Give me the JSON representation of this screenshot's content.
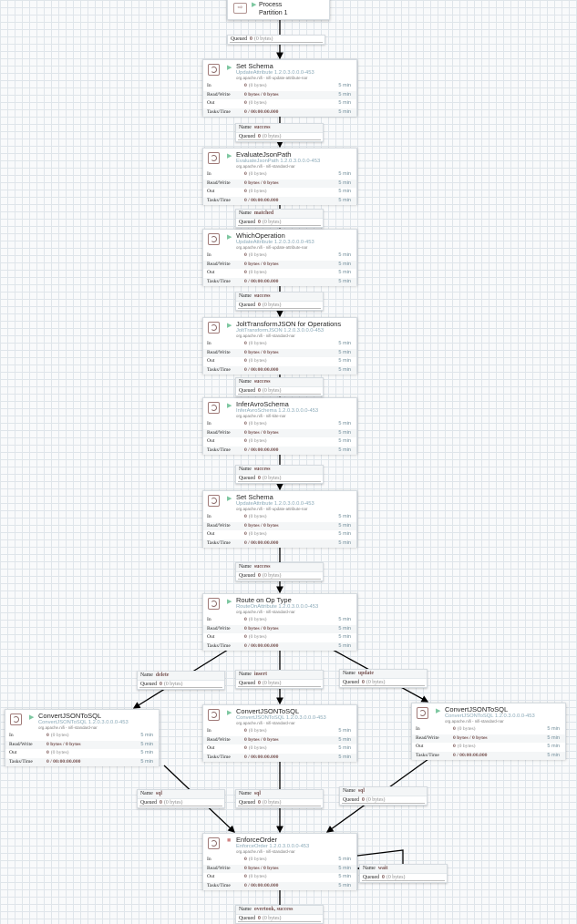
{
  "port": {
    "name_line1": "Process",
    "name_line2": "Partition 1",
    "icon": "input-port-icon",
    "state": "running"
  },
  "stat_labels": {
    "in": "In",
    "read_write": "Read/Write",
    "out": "Out",
    "tasks_time": "Tasks/Time"
  },
  "processors": [
    {
      "name": "Set Schema",
      "type": "UpdateAttribute 1.2.0.3.0.0.0-453",
      "bundle": "org.apache.nifi - nifi-update-attribute-nar",
      "state": "running",
      "stats": {
        "in": "0",
        "in_size": "(0 bytes)",
        "read_write": "0 bytes / 0 bytes",
        "out": "0",
        "out_size": "(0 bytes)",
        "tasks_time": "0 / 00:00:00.000",
        "window": "5 min"
      }
    },
    {
      "name": "EvaluateJsonPath",
      "type": "EvaluateJsonPath 1.2.0.3.0.0.0-453",
      "bundle": "org.apache.nifi - nifi-standard-nar",
      "state": "running",
      "stats": {
        "in": "0",
        "in_size": "(0 bytes)",
        "read_write": "0 bytes / 0 bytes",
        "out": "0",
        "out_size": "(0 bytes)",
        "tasks_time": "0 / 00:00:00.000",
        "window": "5 min"
      }
    },
    {
      "name": "WhichOperation",
      "type": "UpdateAttribute 1.2.0.3.0.0.0-453",
      "bundle": "org.apache.nifi - nifi-update-attribute-nar",
      "state": "running",
      "stats": {
        "in": "0",
        "in_size": "(0 bytes)",
        "read_write": "0 bytes / 0 bytes",
        "out": "0",
        "out_size": "(0 bytes)",
        "tasks_time": "0 / 00:00:00.000",
        "window": "5 min"
      }
    },
    {
      "name": "JoltTransformJSON for Operations",
      "type": "JoltTransformJSON 1.2.0.3.0.0.0-453",
      "bundle": "org.apache.nifi - nifi-standard-nar",
      "state": "running",
      "stats": {
        "in": "0",
        "in_size": "(0 bytes)",
        "read_write": "0 bytes / 0 bytes",
        "out": "0",
        "out_size": "(0 bytes)",
        "tasks_time": "0 / 00:00:00.000",
        "window": "5 min"
      }
    },
    {
      "name": "InferAvroSchema",
      "type": "InferAvroSchema 1.2.0.3.0.0.0-453",
      "bundle": "org.apache.nifi - nifi-kite-nar",
      "state": "running",
      "stats": {
        "in": "0",
        "in_size": "(0 bytes)",
        "read_write": "0 bytes / 0 bytes",
        "out": "0",
        "out_size": "(0 bytes)",
        "tasks_time": "0 / 00:00:00.000",
        "window": "5 min"
      }
    },
    {
      "name": "Set Schema",
      "type": "UpdateAttribute 1.2.0.3.0.0.0-453",
      "bundle": "org.apache.nifi - nifi-update-attribute-nar",
      "state": "running",
      "stats": {
        "in": "0",
        "in_size": "(0 bytes)",
        "read_write": "0 bytes / 0 bytes",
        "out": "0",
        "out_size": "(0 bytes)",
        "tasks_time": "0 / 00:00:00.000",
        "window": "5 min"
      }
    },
    {
      "name": "Route on Op Type",
      "type": "RouteOnAttribute 1.2.0.3.0.0.0-453",
      "bundle": "org.apache.nifi - nifi-standard-nar",
      "state": "running",
      "stats": {
        "in": "0",
        "in_size": "(0 bytes)",
        "read_write": "0 bytes / 0 bytes",
        "out": "0",
        "out_size": "(0 bytes)",
        "tasks_time": "0 / 00:00:00.000",
        "window": "5 min"
      }
    },
    {
      "name": "ConvertJSONToSQL",
      "type": "ConvertJSONToSQL 1.2.0.3.0.0.0-453",
      "bundle": "org.apache.nifi - nifi-standard-nar",
      "state": "running",
      "stats": {
        "in": "0",
        "in_size": "(0 bytes)",
        "read_write": "0 bytes / 0 bytes",
        "out": "0",
        "out_size": "(0 bytes)",
        "tasks_time": "0 / 00:00:00.000",
        "window": "5 min"
      }
    },
    {
      "name": "ConvertJSONToSQL",
      "type": "ConvertJSONToSQL 1.2.0.3.0.0.0-453",
      "bundle": "org.apache.nifi - nifi-standard-nar",
      "state": "running",
      "stats": {
        "in": "0",
        "in_size": "(0 bytes)",
        "read_write": "0 bytes / 0 bytes",
        "out": "0",
        "out_size": "(0 bytes)",
        "tasks_time": "0 / 00:00:00.000",
        "window": "5 min"
      }
    },
    {
      "name": "ConvertJSONToSQL",
      "type": "ConvertJSONToSQL 1.2.0.3.0.0.0-453",
      "bundle": "org.apache.nifi - nifi-standard-nar",
      "state": "running",
      "stats": {
        "in": "0",
        "in_size": "(0 bytes)",
        "read_write": "0 bytes / 0 bytes",
        "out": "0",
        "out_size": "(0 bytes)",
        "tasks_time": "0 / 00:00:00.000",
        "window": "5 min"
      }
    },
    {
      "name": "EnforceOrder",
      "type": "EnforceOrder 1.2.0.3.0.0.0-453",
      "bundle": "org.apache.nifi - nifi-standard-nar",
      "state": "stopped",
      "stats": {
        "in": "0",
        "in_size": "(0 bytes)",
        "read_write": "0 bytes / 0 bytes",
        "out": "0",
        "out_size": "(0 bytes)",
        "tasks_time": "0 / 00:00:00.000",
        "window": "5 min"
      }
    }
  ],
  "conn_labels": {
    "name": "Name",
    "queued": "Queued"
  },
  "connections": [
    {
      "name": null,
      "queued": "0",
      "queued_size": "(0 bytes)"
    },
    {
      "name": "success",
      "queued": "0",
      "queued_size": "(0 bytes)"
    },
    {
      "name": "matched",
      "queued": "0",
      "queued_size": "(0 bytes)"
    },
    {
      "name": "success",
      "queued": "0",
      "queued_size": "(0 bytes)"
    },
    {
      "name": "success",
      "queued": "0",
      "queued_size": "(0 bytes)"
    },
    {
      "name": "success",
      "queued": "0",
      "queued_size": "(0 bytes)"
    },
    {
      "name": "success",
      "queued": "0",
      "queued_size": "(0 bytes)"
    },
    {
      "name": "delete",
      "queued": "0",
      "queued_size": "(0 bytes)"
    },
    {
      "name": "insert",
      "queued": "0",
      "queued_size": "(0 bytes)"
    },
    {
      "name": "update",
      "queued": "0",
      "queued_size": "(0 bytes)"
    },
    {
      "name": "sql",
      "queued": "0",
      "queued_size": "(0 bytes)"
    },
    {
      "name": "sql",
      "queued": "0",
      "queued_size": "(0 bytes)"
    },
    {
      "name": "sql",
      "queued": "0",
      "queued_size": "(0 bytes)"
    },
    {
      "name": "wait",
      "queued": "0",
      "queued_size": "(0 bytes)"
    },
    {
      "name": "overtook, success",
      "queued": "0",
      "queued_size": "(0 bytes)"
    }
  ],
  "colors": {
    "running": "#7dc7a0",
    "stopped": "#d18686",
    "stat_value": "#775351",
    "type_text": "#8aa9b8"
  }
}
